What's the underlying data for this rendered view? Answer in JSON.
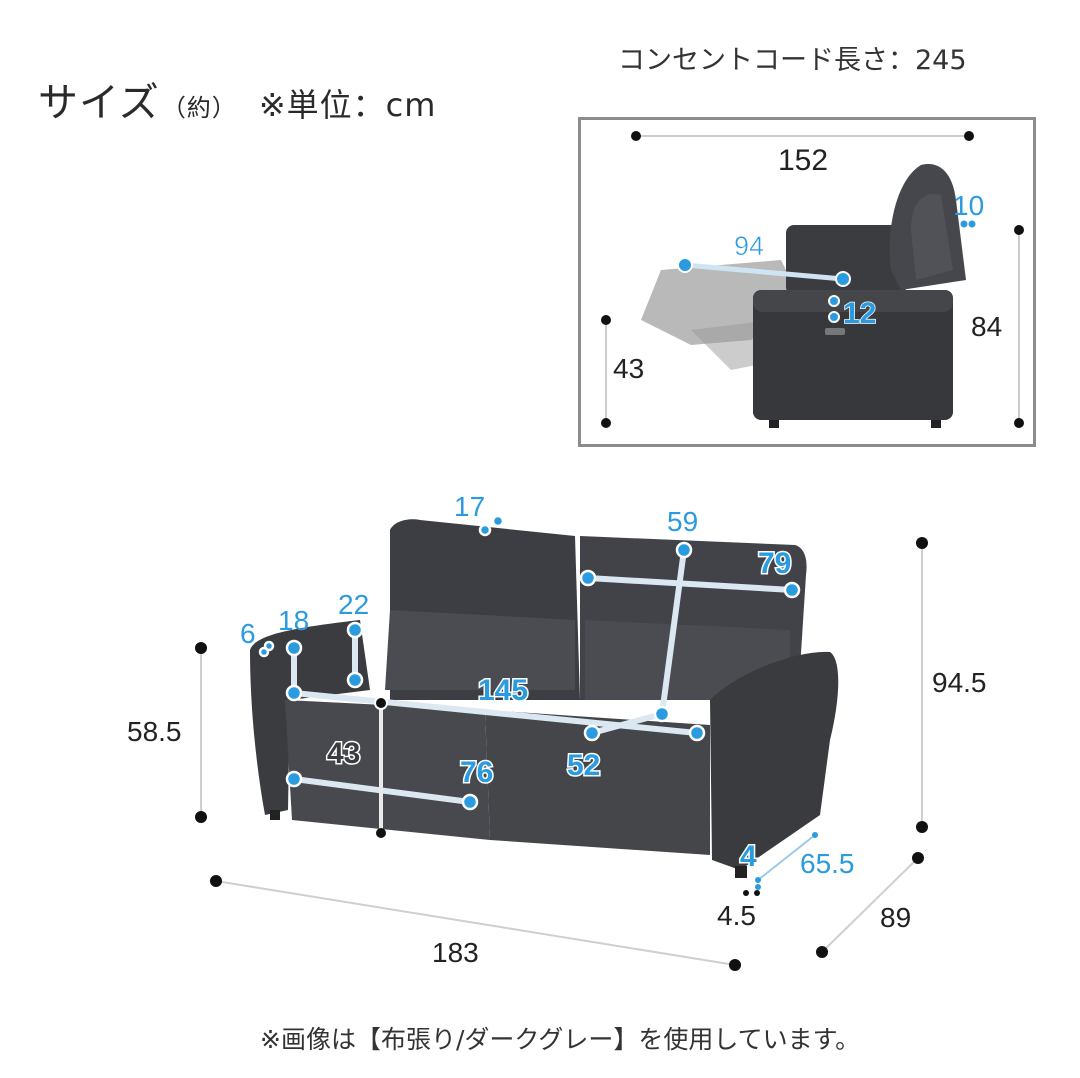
{
  "header": {
    "title": "サイズ",
    "approx": "（約）",
    "unit_note": "※単位：cm",
    "cord_label": "コンセントコード長さ：245"
  },
  "inset_side_view": {
    "width_total": "152",
    "recline_length": "94",
    "armrest_thickness": "12",
    "headrest_tilt": "10",
    "height_total": "84",
    "seat_height": "43"
  },
  "front_view": {
    "headrest_depth": "17",
    "seat_back_height": "59",
    "seat_inner_width_one": "79",
    "arm_width_top": "6",
    "arm_height_18": "18",
    "arm_height_22": "22",
    "seat_inner_width": "145",
    "seat_height_label": "43",
    "footrest_length": "76",
    "seat_depth": "52",
    "arm_height_total": "58.5",
    "total_height": "94.5",
    "leg_height": "4",
    "leg_width": "4.5",
    "inner_depth": "65.5",
    "total_depth": "89",
    "total_width": "183"
  },
  "colors": {
    "accent_blue": "#2b9be0",
    "dim_black": "#111111",
    "sofa_fabric": "#3e4045",
    "line_gray": "#c8c8c8"
  },
  "footer": {
    "note": "※画像は【布張り/ダークグレー】を使用しています。"
  }
}
